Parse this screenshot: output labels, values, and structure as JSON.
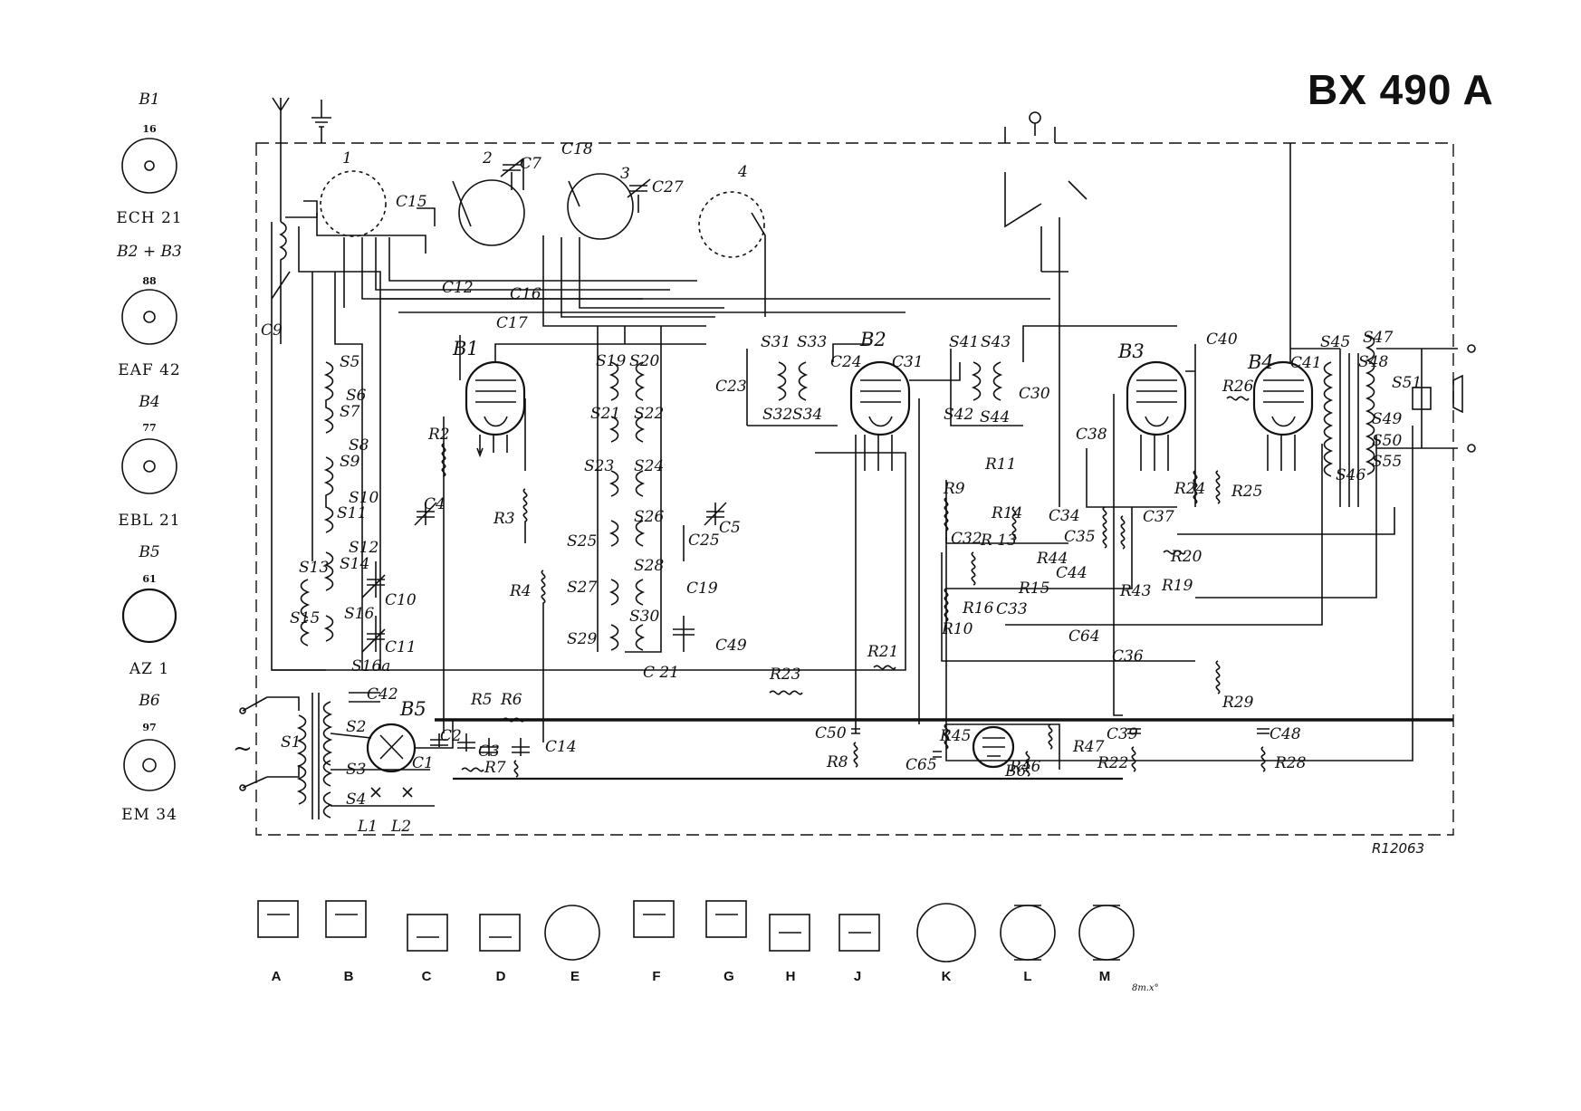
{
  "title": "BX 490 A",
  "reference_code": "R12063",
  "small_note": "8m.x°",
  "side_tubes": [
    {
      "label": "B1",
      "code": "16",
      "name": "ECH 21"
    },
    {
      "label": "B2 + B3",
      "code": "88",
      "name": "EAF 42"
    },
    {
      "label": "B4",
      "code": "77",
      "name": "EBL 21"
    },
    {
      "label": "B5",
      "code": "61",
      "name": "AZ 1"
    },
    {
      "label": "B6",
      "code": "97",
      "name": "EM 34"
    }
  ],
  "tube_labels": {
    "b1": "B1",
    "b2": "B2",
    "b3": "B3",
    "b4": "B4",
    "b5": "B5",
    "b6": "B6"
  },
  "switch_numbers": [
    "1",
    "2",
    "3",
    "4"
  ],
  "components": {
    "c4": "C4",
    "c5": "C5",
    "c7": "C7",
    "c9": "C9",
    "c10": "C10",
    "c11": "C11",
    "c12": "C12",
    "c15": "C15",
    "c16": "C16",
    "c17": "C17",
    "c18": "C18",
    "c19": "C19",
    "c23": "C23",
    "c24": "C24",
    "c25": "C25",
    "c27": "C27",
    "c30": "C30",
    "c31": "C31",
    "c32": "C32",
    "c33": "C33",
    "c34": "C34",
    "c35": "C35",
    "c36": "C36",
    "c37": "C37",
    "c38": "C38",
    "c39": "C39",
    "c40": "C40",
    "c41": "C41",
    "c42": "C42",
    "c44": "C44",
    "c48": "C48",
    "c49": "C49",
    "c50": "C50",
    "c64": "C64",
    "c65": "C65",
    "c1": "C1",
    "c2": "C2",
    "c3": "C3",
    "c14": "C14",
    "c21": "C 21",
    "r2": "R2",
    "r3": "R3",
    "r4": "R4",
    "r5": "R5",
    "r6": "R6",
    "r7": "R7",
    "r8": "R8",
    "r9": "R9",
    "r10": "R10",
    "r11": "R11",
    "r13": "R 13",
    "r14": "R14",
    "r15": "R15",
    "r16": "R16",
    "r19": "R19",
    "r20": "R20",
    "r21": "R21",
    "r22": "R22",
    "r23": "R23",
    "r24": "R24",
    "r25": "R25",
    "r26": "R26",
    "r28": "R28",
    "r29": "R29",
    "r43": "R43",
    "r44": "R44",
    "r45": "R45",
    "r46": "R46",
    "r47": "R47",
    "s1": "S1",
    "s2": "S2",
    "s3": "S3",
    "s4": "S4",
    "s5": "S5",
    "s6": "S6",
    "s7": "S7",
    "s8": "S8",
    "s9": "S9",
    "s10": "S10",
    "s11": "S11",
    "s12": "S12",
    "s13": "S13",
    "s14": "S14",
    "s15": "S15",
    "s16": "S16",
    "s16a": "S16a",
    "s19": "S19",
    "s20": "S20",
    "s21": "S21",
    "s22": "S22",
    "s23": "S23",
    "s24": "S24",
    "s25": "S25",
    "s26": "S26",
    "s27": "S27",
    "s28": "S28",
    "s29": "S29",
    "s30": "S30",
    "s31": "S31",
    "s32": "S32",
    "s33": "S33",
    "s34": "S34",
    "s41": "S41",
    "s42": "S42",
    "s43": "S43",
    "s44": "S44",
    "s45": "S45",
    "s46": "S46",
    "s47": "S47",
    "s48": "S48",
    "s49": "S49",
    "s50": "S50",
    "s51": "S51",
    "s55": "S55",
    "l1": "L1",
    "l2": "L2"
  },
  "detail_labels": [
    "A",
    "B",
    "C",
    "D",
    "E",
    "F",
    "G",
    "H",
    "J",
    "K",
    "L",
    "M"
  ]
}
